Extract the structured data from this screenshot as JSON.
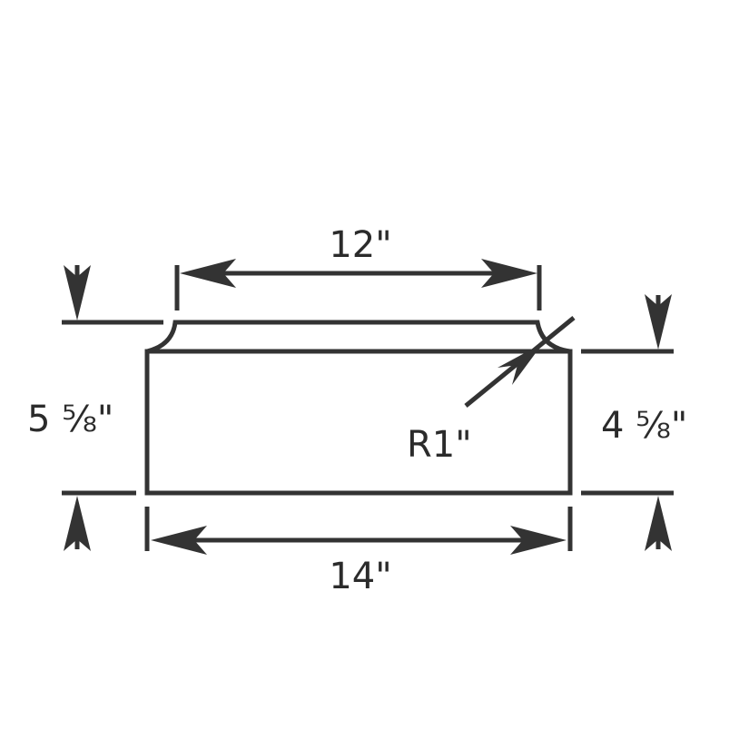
{
  "colors": {
    "ink": "#333333",
    "text": "#2b2b2b",
    "background": "#ffffff"
  },
  "dimensions": {
    "top_width": "12\"",
    "bottom_width": "14\"",
    "left_height": "5 ⅝\"",
    "right_height": "4 ⅝\"",
    "radius": "R1\""
  }
}
